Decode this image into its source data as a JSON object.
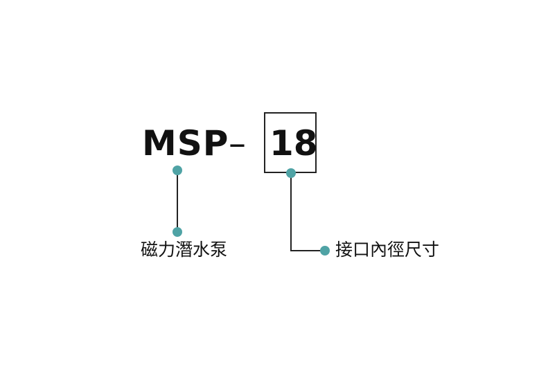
{
  "code": {
    "prefix": "MSP",
    "separator": "–",
    "size": "18"
  },
  "labels": {
    "prefix_meaning": "磁力潛水泵",
    "size_meaning": "接口內徑尺寸"
  },
  "colors": {
    "dot": "#4fa3a5",
    "line": "#222222",
    "text": "#111111"
  }
}
